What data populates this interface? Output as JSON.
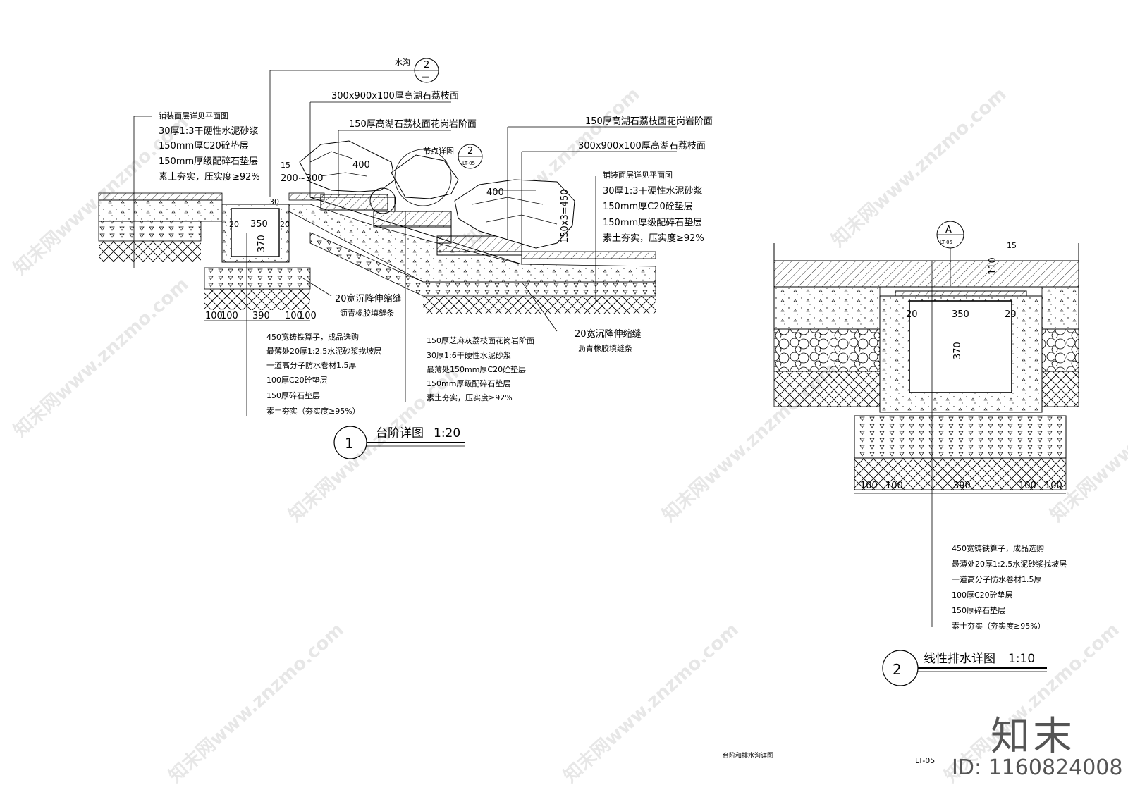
{
  "drawing": {
    "sheet_title": "台阶和排水沟详图",
    "sheet_no": "LT-05",
    "brand": "知末",
    "id_label": "ID: 1160824008",
    "watermark": "知末网www.znzmo.com"
  },
  "detail1": {
    "number": "1",
    "title": "台阶详图",
    "scale": "1:20",
    "callout_drain_label": "水沟",
    "callout_drain_num": "2",
    "callout_drain_sheet": "—",
    "node_label": "节点详图",
    "node_num": "2",
    "node_sheet": "LT-05",
    "top_left_layers": [
      "铺装面层详见平面图",
      "30厚1:3干硬性水泥砂浆",
      "150mm厚C20砼垫层",
      "150mm厚级配碎石垫层",
      "素土夯实，压实度≥92%"
    ],
    "right_layers": [
      "铺装面层详见平面图",
      "30厚1:3干硬性水泥砂浆",
      "150mm厚C20砼垫层",
      "150mm厚级配碎石垫层",
      "素土夯实，压实度≥92%"
    ],
    "top_callouts": [
      "300x900x100厚高湖石荔枝面",
      "150厚高湖石荔枝面花岗岩阶面",
      "150厚高湖石荔枝面花岗岩阶面",
      "300x900x100厚高湖石荔枝面"
    ],
    "drain_layers": [
      "450宽铸铁算子，成品选购",
      "最薄处20厚1:2.5水泥砂浆找坡层",
      "一道高分子防水卷材1.5厚",
      "100厚C20砼垫层",
      "150厚碎石垫层",
      "素土夯实（夯实度≥95%）"
    ],
    "step_layers": [
      "150厚芝麻灰荔枝面花岗岩阶面",
      "30厚1:6干硬性水泥砂浆",
      "最薄处150mm厚C20砼垫层",
      "150mm厚级配碎石垫层",
      "素土夯实，压实度≥92%"
    ],
    "joint_label_1": "20宽沉降伸缩缝",
    "joint_sub_1": "沥青橡胶填缝条",
    "joint_label_2": "20宽沉降伸缩缝",
    "joint_sub_2": "沥青橡胶填缝条",
    "dims": {
      "d15": "15",
      "d200": "200~300",
      "d400a": "400",
      "d400b": "400",
      "d20a": "20",
      "d350": "350",
      "d20b": "20",
      "d370": "370",
      "d30": "30",
      "step_rise": "150x3=450",
      "bottom": [
        "100",
        "100",
        "390",
        "100",
        "100"
      ]
    }
  },
  "detail2": {
    "number": "2",
    "title": "线性排水详图",
    "scale": "1:10",
    "callout_letter": "A",
    "callout_sheet": "LT-05",
    "layers": [
      "450宽铸铁算子，成品选购",
      "最薄处20厚1:2.5水泥砂浆找坡层",
      "一道高分子防水卷材1.5厚",
      "100厚C20砼垫层",
      "150厚碎石垫层",
      "素土夯实（夯实度≥95%）"
    ],
    "dims": {
      "d15": "15",
      "d110": "110",
      "d20a": "20",
      "d350": "350",
      "d20b": "20",
      "d370": "370",
      "bottom": [
        "100",
        "100",
        "390",
        "100",
        "100"
      ]
    }
  }
}
